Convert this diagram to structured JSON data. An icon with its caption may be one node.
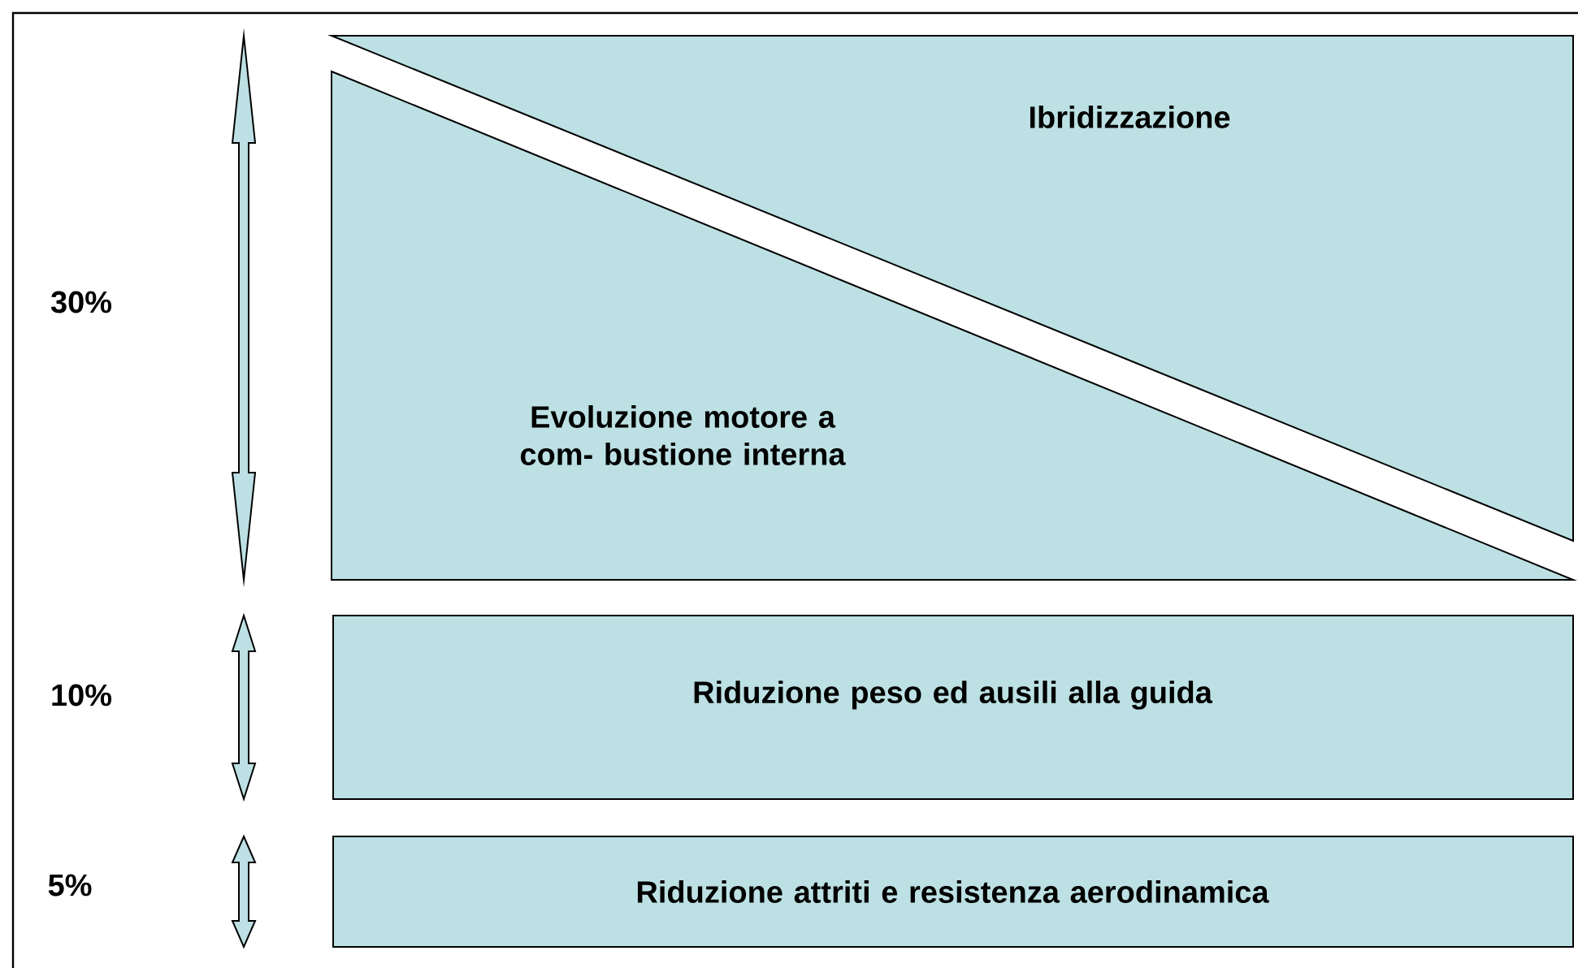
{
  "diagram": {
    "nodes": [
      {
        "text": [
          "Ibridizzazione"
        ]
      },
      {
        "text": [
          "Evoluzione motore a com- bustione interna"
        ]
      },
      {
        "text": [
          "Riduzione peso ed ausili alla guida"
        ]
      },
      {
        "text": [
          "Riduzione attriti e resistenza aerodinamica"
        ]
      }
    ],
    "labels": [
      "30%",
      "10%",
      "5%"
    ]
  }
}
